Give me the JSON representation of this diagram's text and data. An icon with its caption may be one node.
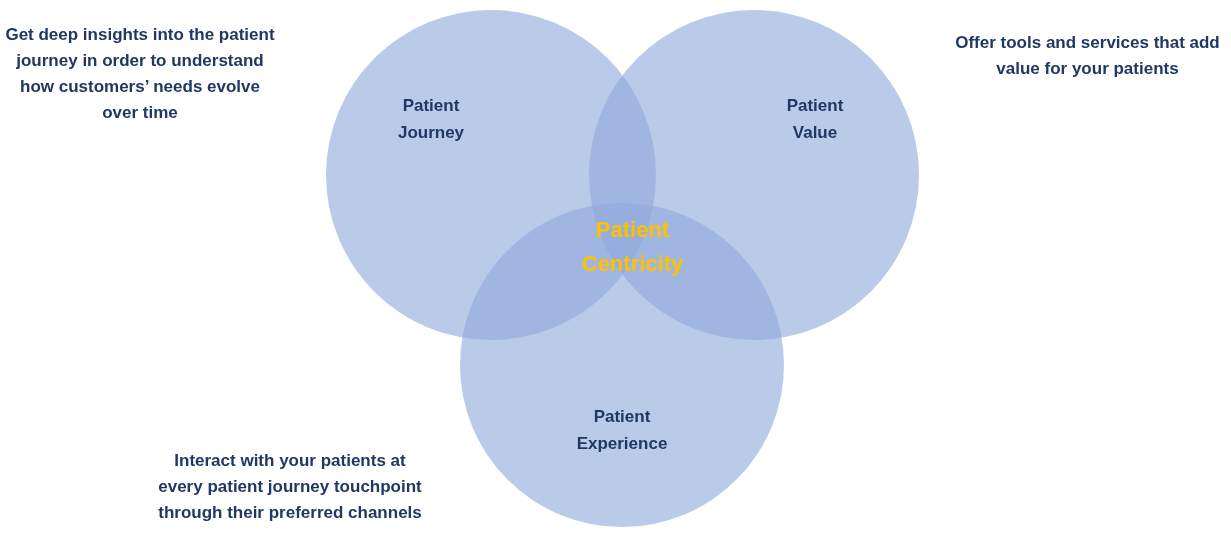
{
  "diagram": {
    "nodes": [
      {
        "text": [
          "Patient Journey"
        ],
        "beside": [
          "Get deep insights into the patient journey in order to understand how customers’ needs evolve over time"
        ]
      },
      {
        "text": [
          "Patient Value"
        ],
        "beside": [
          "Offer tools and services that add value for your patients"
        ]
      },
      {
        "text": [
          "Patient Experience"
        ],
        "beside": [
          "Interact with your patients at every patient journey touchpoint through their preferred channels"
        ]
      }
    ],
    "edges": [],
    "labels": [
      "Patient Centricity"
    ]
  }
}
